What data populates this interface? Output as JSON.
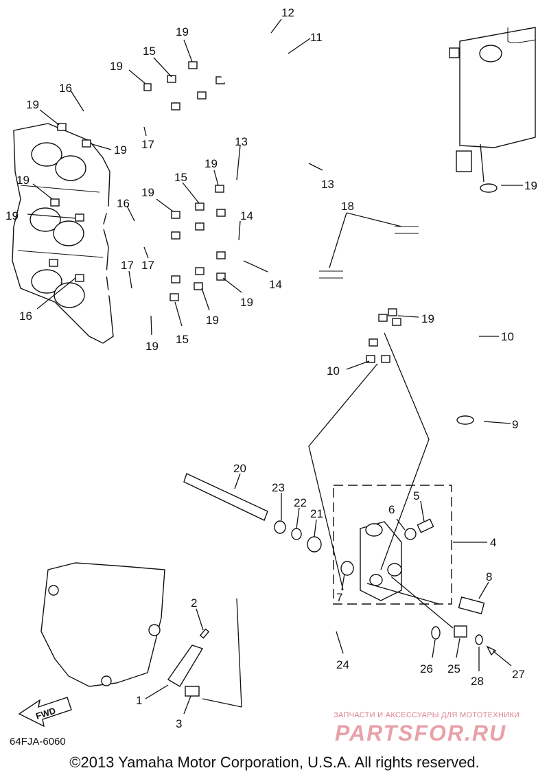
{
  "diagram": {
    "callouts": [
      {
        "id": "c12",
        "label": "12"
      },
      {
        "id": "c11",
        "label": "11"
      },
      {
        "id": "c19a",
        "label": "19"
      },
      {
        "id": "c15a",
        "label": "15"
      },
      {
        "id": "c19b",
        "label": "19"
      },
      {
        "id": "c16a",
        "label": "16"
      },
      {
        "id": "c19c",
        "label": "19"
      },
      {
        "id": "c19d",
        "label": "19"
      },
      {
        "id": "c17a",
        "label": "17"
      },
      {
        "id": "c13a",
        "label": "13"
      },
      {
        "id": "c13b",
        "label": "13"
      },
      {
        "id": "c19e",
        "label": "19"
      },
      {
        "id": "c15b",
        "label": "15"
      },
      {
        "id": "c19f",
        "label": "19"
      },
      {
        "id": "c16b",
        "label": "16"
      },
      {
        "id": "c19g",
        "label": "19"
      },
      {
        "id": "c19h",
        "label": "19"
      },
      {
        "id": "c17b",
        "label": "17"
      },
      {
        "id": "c17c",
        "label": "17"
      },
      {
        "id": "c14a",
        "label": "14"
      },
      {
        "id": "c14b",
        "label": "14"
      },
      {
        "id": "c18",
        "label": "18"
      },
      {
        "id": "c19i",
        "label": "19"
      },
      {
        "id": "c19j",
        "label": "19"
      },
      {
        "id": "c19k",
        "label": "19"
      },
      {
        "id": "c15c",
        "label": "15"
      },
      {
        "id": "c19l",
        "label": "19"
      },
      {
        "id": "c16c",
        "label": "16"
      },
      {
        "id": "c19m",
        "label": "19"
      },
      {
        "id": "c10a",
        "label": "10"
      },
      {
        "id": "c9",
        "label": "9"
      },
      {
        "id": "c10b",
        "label": "10"
      },
      {
        "id": "c20",
        "label": "20"
      },
      {
        "id": "c23",
        "label": "23"
      },
      {
        "id": "c22",
        "label": "22"
      },
      {
        "id": "c21",
        "label": "21"
      },
      {
        "id": "c5",
        "label": "5"
      },
      {
        "id": "c6",
        "label": "6"
      },
      {
        "id": "c4",
        "label": "4"
      },
      {
        "id": "c8",
        "label": "8"
      },
      {
        "id": "c7",
        "label": "7"
      },
      {
        "id": "c2",
        "label": "2"
      },
      {
        "id": "c24",
        "label": "24"
      },
      {
        "id": "c26",
        "label": "26"
      },
      {
        "id": "c25",
        "label": "25"
      },
      {
        "id": "c28",
        "label": "28"
      },
      {
        "id": "c27",
        "label": "27"
      },
      {
        "id": "c1",
        "label": "1"
      },
      {
        "id": "c3",
        "label": "3"
      }
    ],
    "fwd_label": "FWD",
    "drawing_code": "64FJA-6060",
    "copyright": "©2013 Yamaha Motor Corporation, U.S.A. All rights reserved.",
    "watermark_small": "ЗАПЧАСТИ И АКСЕССУАРЫ ДЛЯ МОТОТЕХНИКИ",
    "watermark_big": "PARTSFOR.RU"
  }
}
